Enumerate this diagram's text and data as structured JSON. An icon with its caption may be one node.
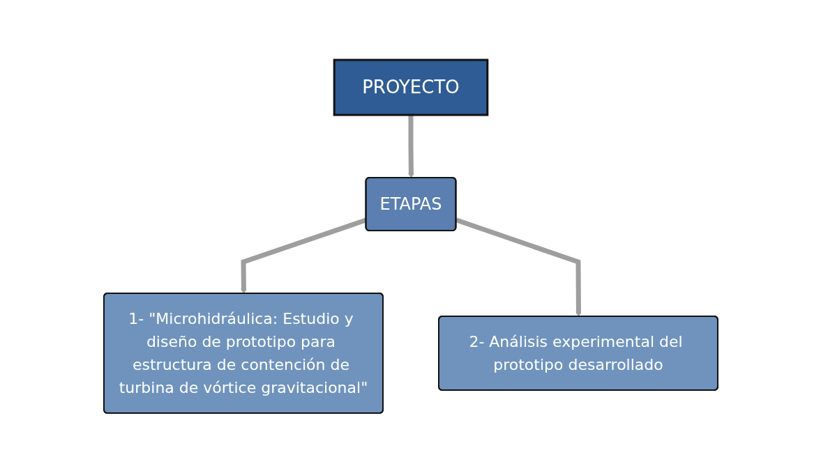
{
  "diagram": {
    "nodes": [
      {
        "text": [
          "PROYECTO"
        ]
      },
      {
        "text": [
          "ETAPAS"
        ]
      },
      {
        "text": [
          "1- \"Microhidráulica: Estudio y diseño de prototipo para estructura de contención de turbina de vórtice gravitacional\""
        ]
      },
      {
        "text": [
          "2- Análisis experimental del prototipo desarrollado"
        ]
      }
    ],
    "edges": [
      {
        "from": 0,
        "to": 1,
        "arrow": "to"
      },
      {
        "from": 1,
        "to": 2,
        "arrow": "to"
      },
      {
        "from": 1,
        "to": 3,
        "arrow": "to"
      }
    ]
  }
}
